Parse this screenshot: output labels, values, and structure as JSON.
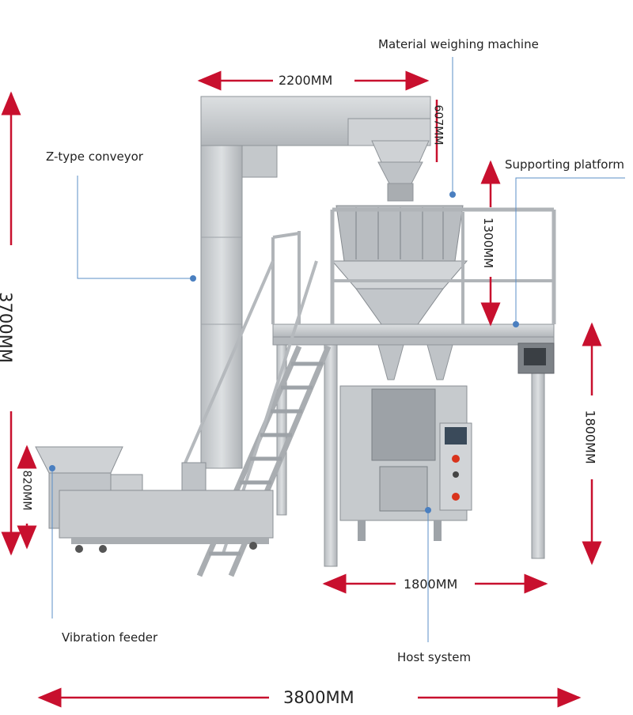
{
  "labels": {
    "weighing": "Material weighing machine",
    "conveyor": "Z-type conveyor",
    "platform": "Supporting platform",
    "feeder": "Vibration feeder",
    "host": "Host system"
  },
  "dimensions": {
    "top_width": "2200MM",
    "head_height": "607MM",
    "rail_height": "1300MM",
    "overall_height": "3700MM",
    "feeder_height": "820MM",
    "platform_height": "1800MM",
    "platform_width": "1800MM",
    "overall_width": "3800MM"
  },
  "colors": {
    "arrow": "#c8102e",
    "steel": "#c9cccf",
    "steel_dark": "#9ea3a8",
    "leader": "#5b8fc7"
  }
}
